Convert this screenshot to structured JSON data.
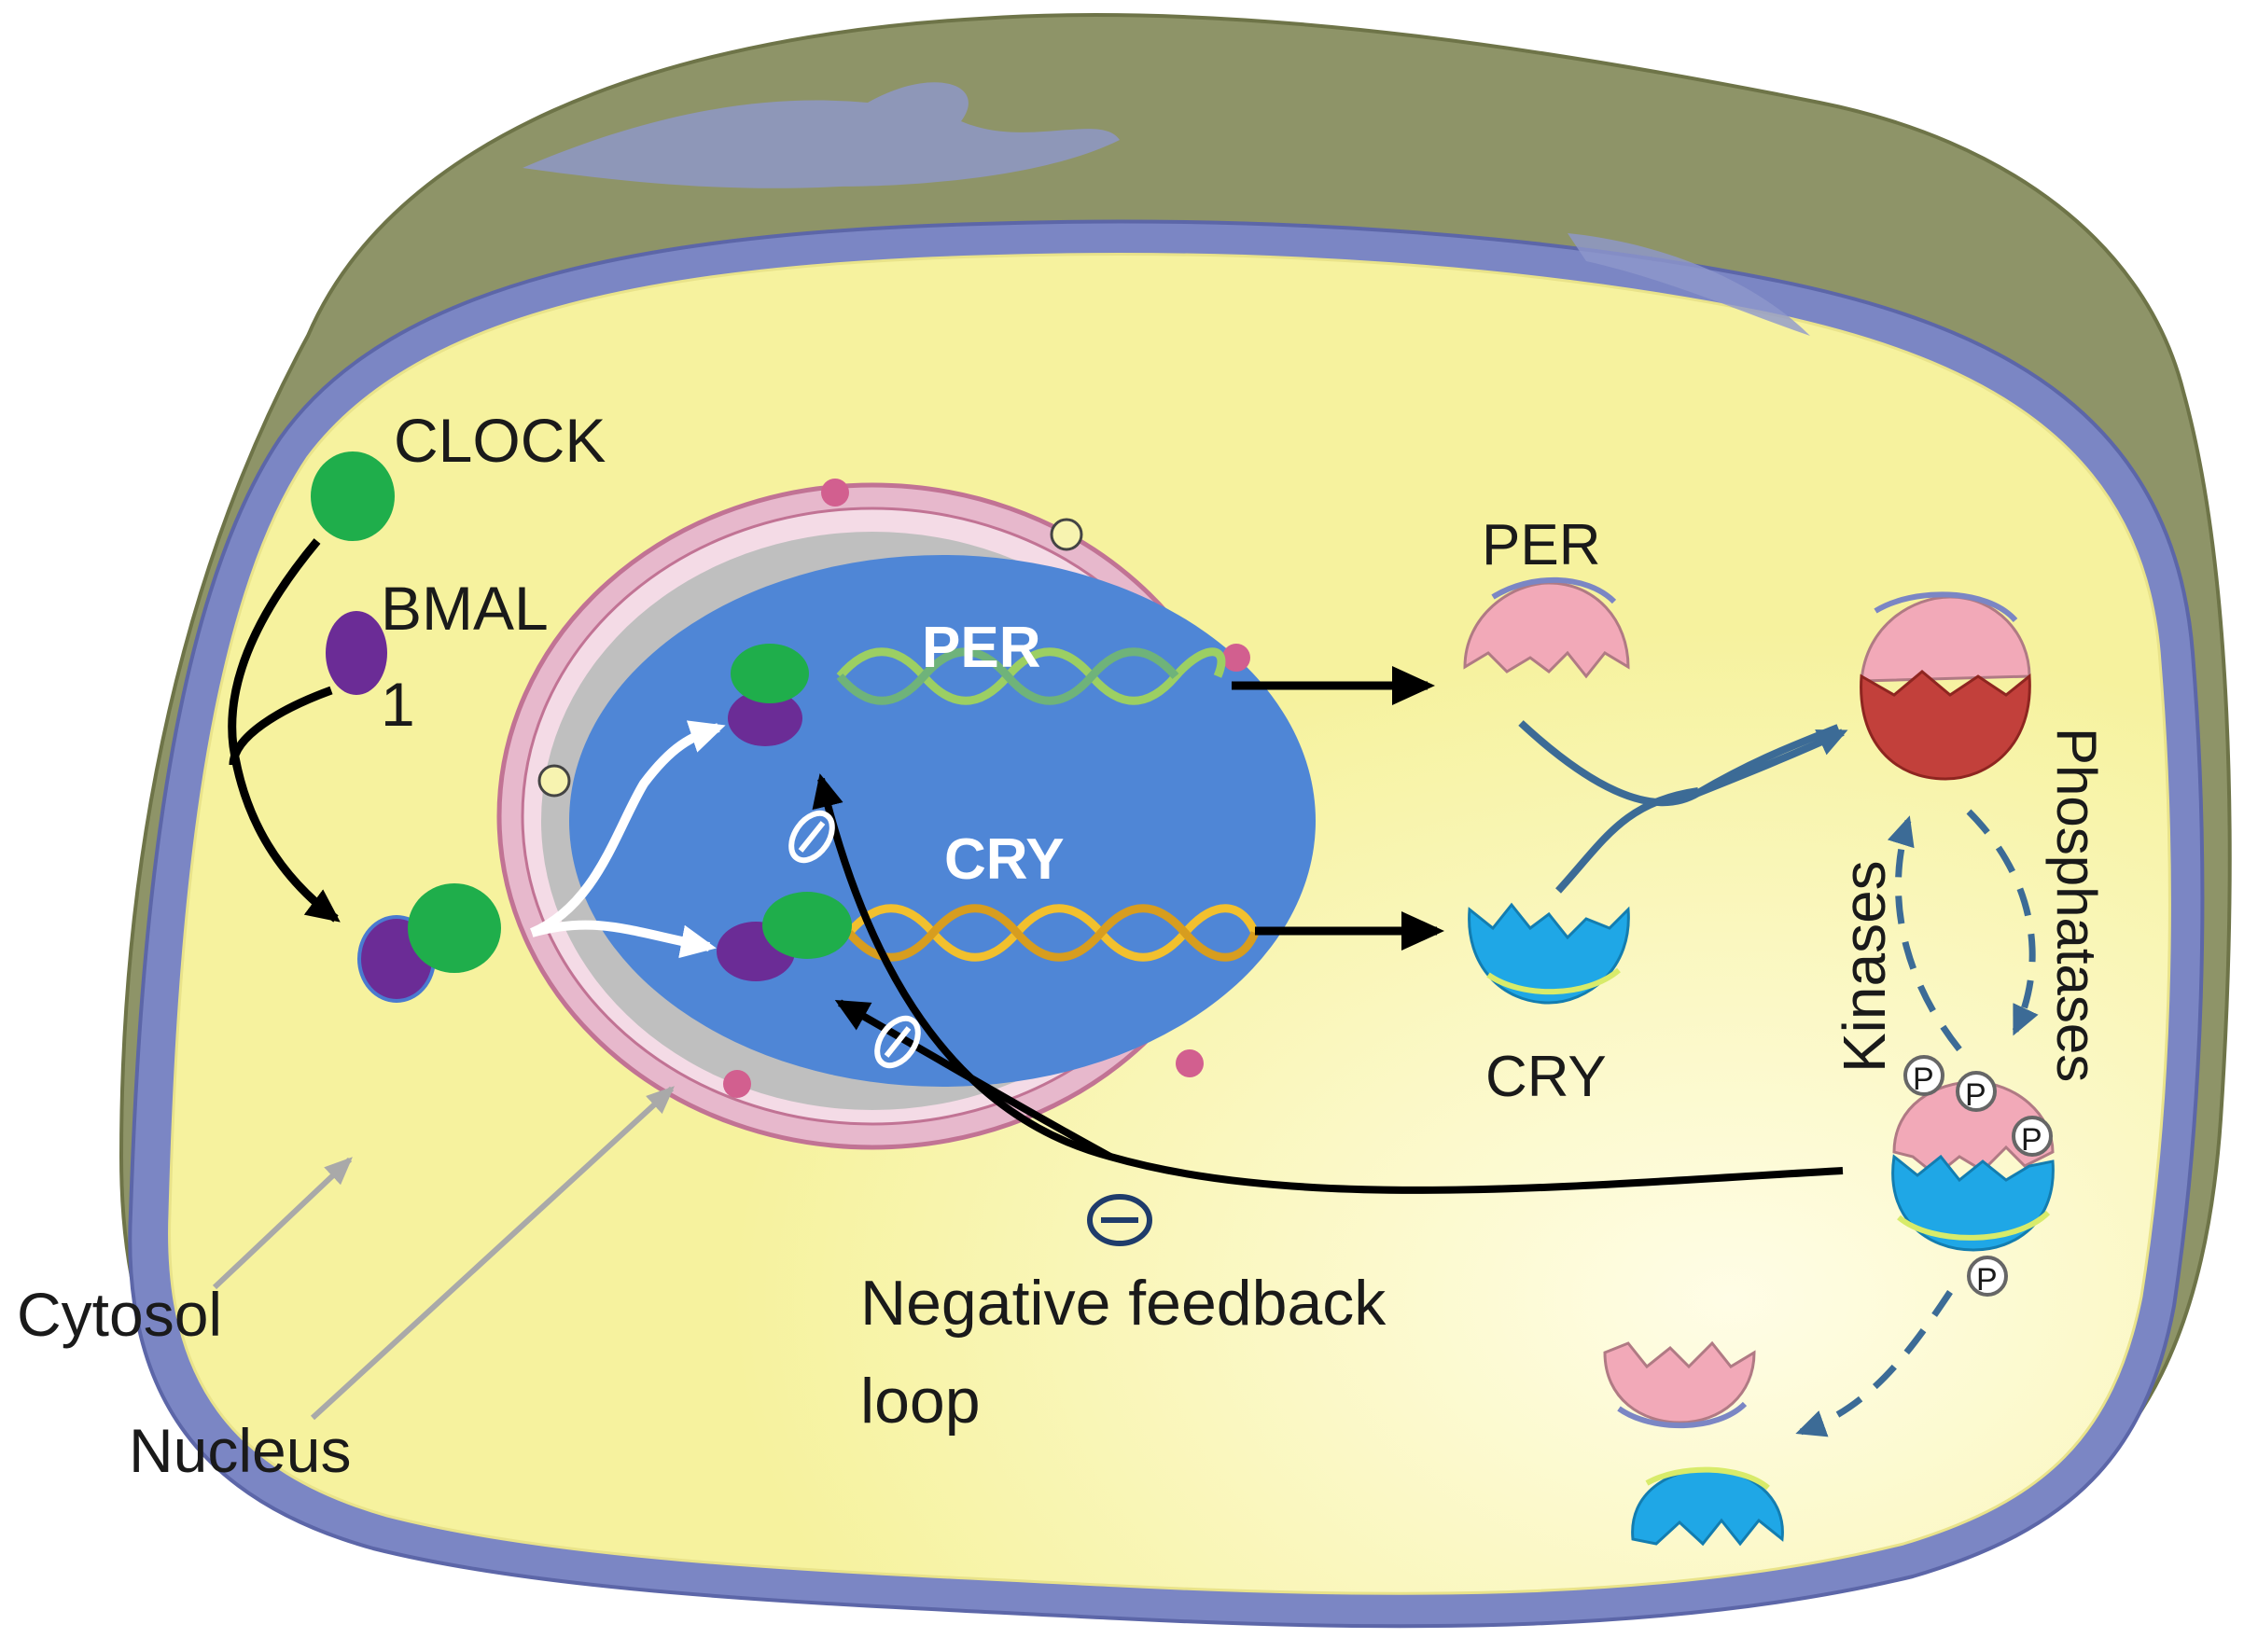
{
  "labels": {
    "clock": "CLOCK",
    "bmal1_line1": "BMAL",
    "bmal1_line2": "1",
    "per_gene": "PER",
    "cry_gene": "CRY",
    "per_protein": "PER",
    "cry_protein": "CRY",
    "kinases": "Kinases",
    "phosphatases": "Phosphatases",
    "negative_feedback_line1": "Negative feedback",
    "negative_feedback_line2": "loop",
    "cytosol": "Cytosol",
    "nucleus": "Nucleus",
    "phospho": "P"
  },
  "colors": {
    "cell_outer": "#8e9468",
    "membrane": "#7b86c4",
    "cytosol": "#f6f29e",
    "nucleus": "#4f86d6",
    "nuclear_envelope": "#e7b8cc",
    "clock_protein": "#1fae4b",
    "bmal1_protein": "#6b2c96",
    "per_protein": "#f2a9b8",
    "cry_protein": "#1fa7e6",
    "per_cry_complex_top": "#f2a9b8",
    "per_cry_complex_bottom": "#c2403b",
    "arrow_dark": "#000000",
    "arrow_blue": "#3c6b96",
    "arrow_grey": "#a9a9a9",
    "arrow_white": "#ffffff"
  }
}
